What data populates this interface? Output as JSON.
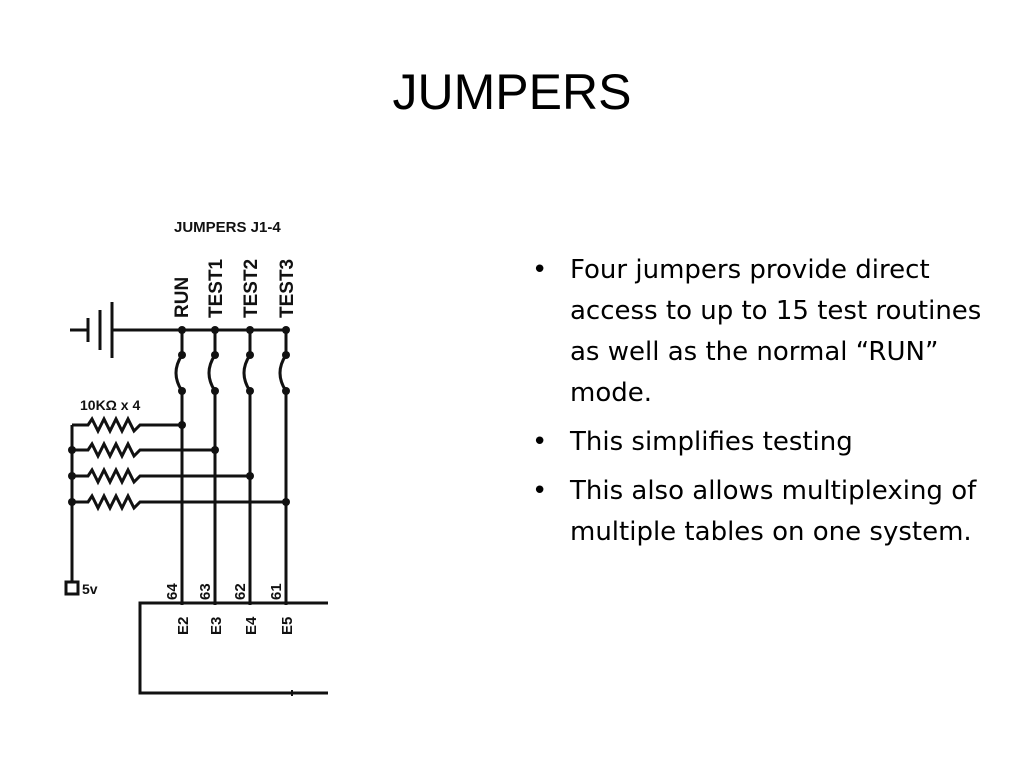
{
  "slide": {
    "title": "JUMPERS"
  },
  "schematic": {
    "header": "JUMPERS J1-4",
    "jumper_labels": [
      "RUN",
      "TEST1",
      "TEST2",
      "TEST3"
    ],
    "resistor_label": "10KΩ  x 4",
    "supply_label": "5v",
    "pin_numbers": [
      "64",
      "63",
      "62",
      "61"
    ],
    "pin_names": [
      "E2",
      "E3",
      "E4",
      "E5"
    ]
  },
  "bullets": [
    "Four jumpers provide direct access to up to 15 test routines as well as the normal “RUN” mode.",
    "This simplifies testing",
    "This also allows multiplexing of multiple tables on one system."
  ]
}
